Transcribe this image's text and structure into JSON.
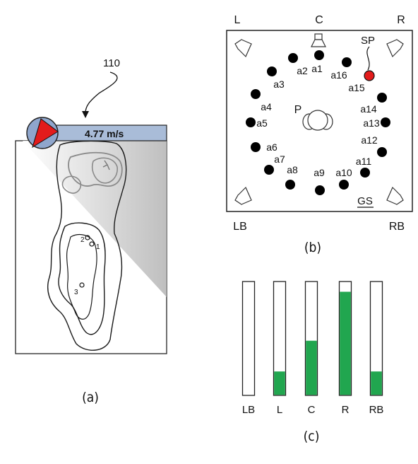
{
  "panel_a": {
    "ref_number": "110",
    "speed_readout": "4.77  m/s",
    "caption": "(a)",
    "shape_markers": [
      "1",
      "2",
      "3"
    ],
    "colors": {
      "readout_fill": "#a9bcd8",
      "indicator_red": "#e31b1b",
      "indicator_blue": "#8fa6cc"
    }
  },
  "panel_b": {
    "caption": "(b)",
    "corner_labels": {
      "L": "L",
      "C": "C",
      "R": "R",
      "LB": "LB",
      "RB": "RB"
    },
    "sp_label": "SP",
    "p_label": "P",
    "gs_label": "GS",
    "positions": [
      "a1",
      "a2",
      "a3",
      "a4",
      "a5",
      "a6",
      "a7",
      "a8",
      "a9",
      "a10",
      "a11",
      "a12",
      "a13",
      "a14",
      "a15",
      "a16"
    ],
    "colors": {
      "dot": "#000000",
      "sp_dot": "#e31b1b"
    }
  },
  "panel_c": {
    "caption": "(c)",
    "chart_data": {
      "type": "bar",
      "categories": [
        "LB",
        "L",
        "C",
        "R",
        "RB"
      ],
      "values": [
        0,
        0.21,
        0.48,
        0.91,
        0.21
      ],
      "ylim": [
        0,
        1
      ],
      "color": "#21a64f"
    }
  }
}
